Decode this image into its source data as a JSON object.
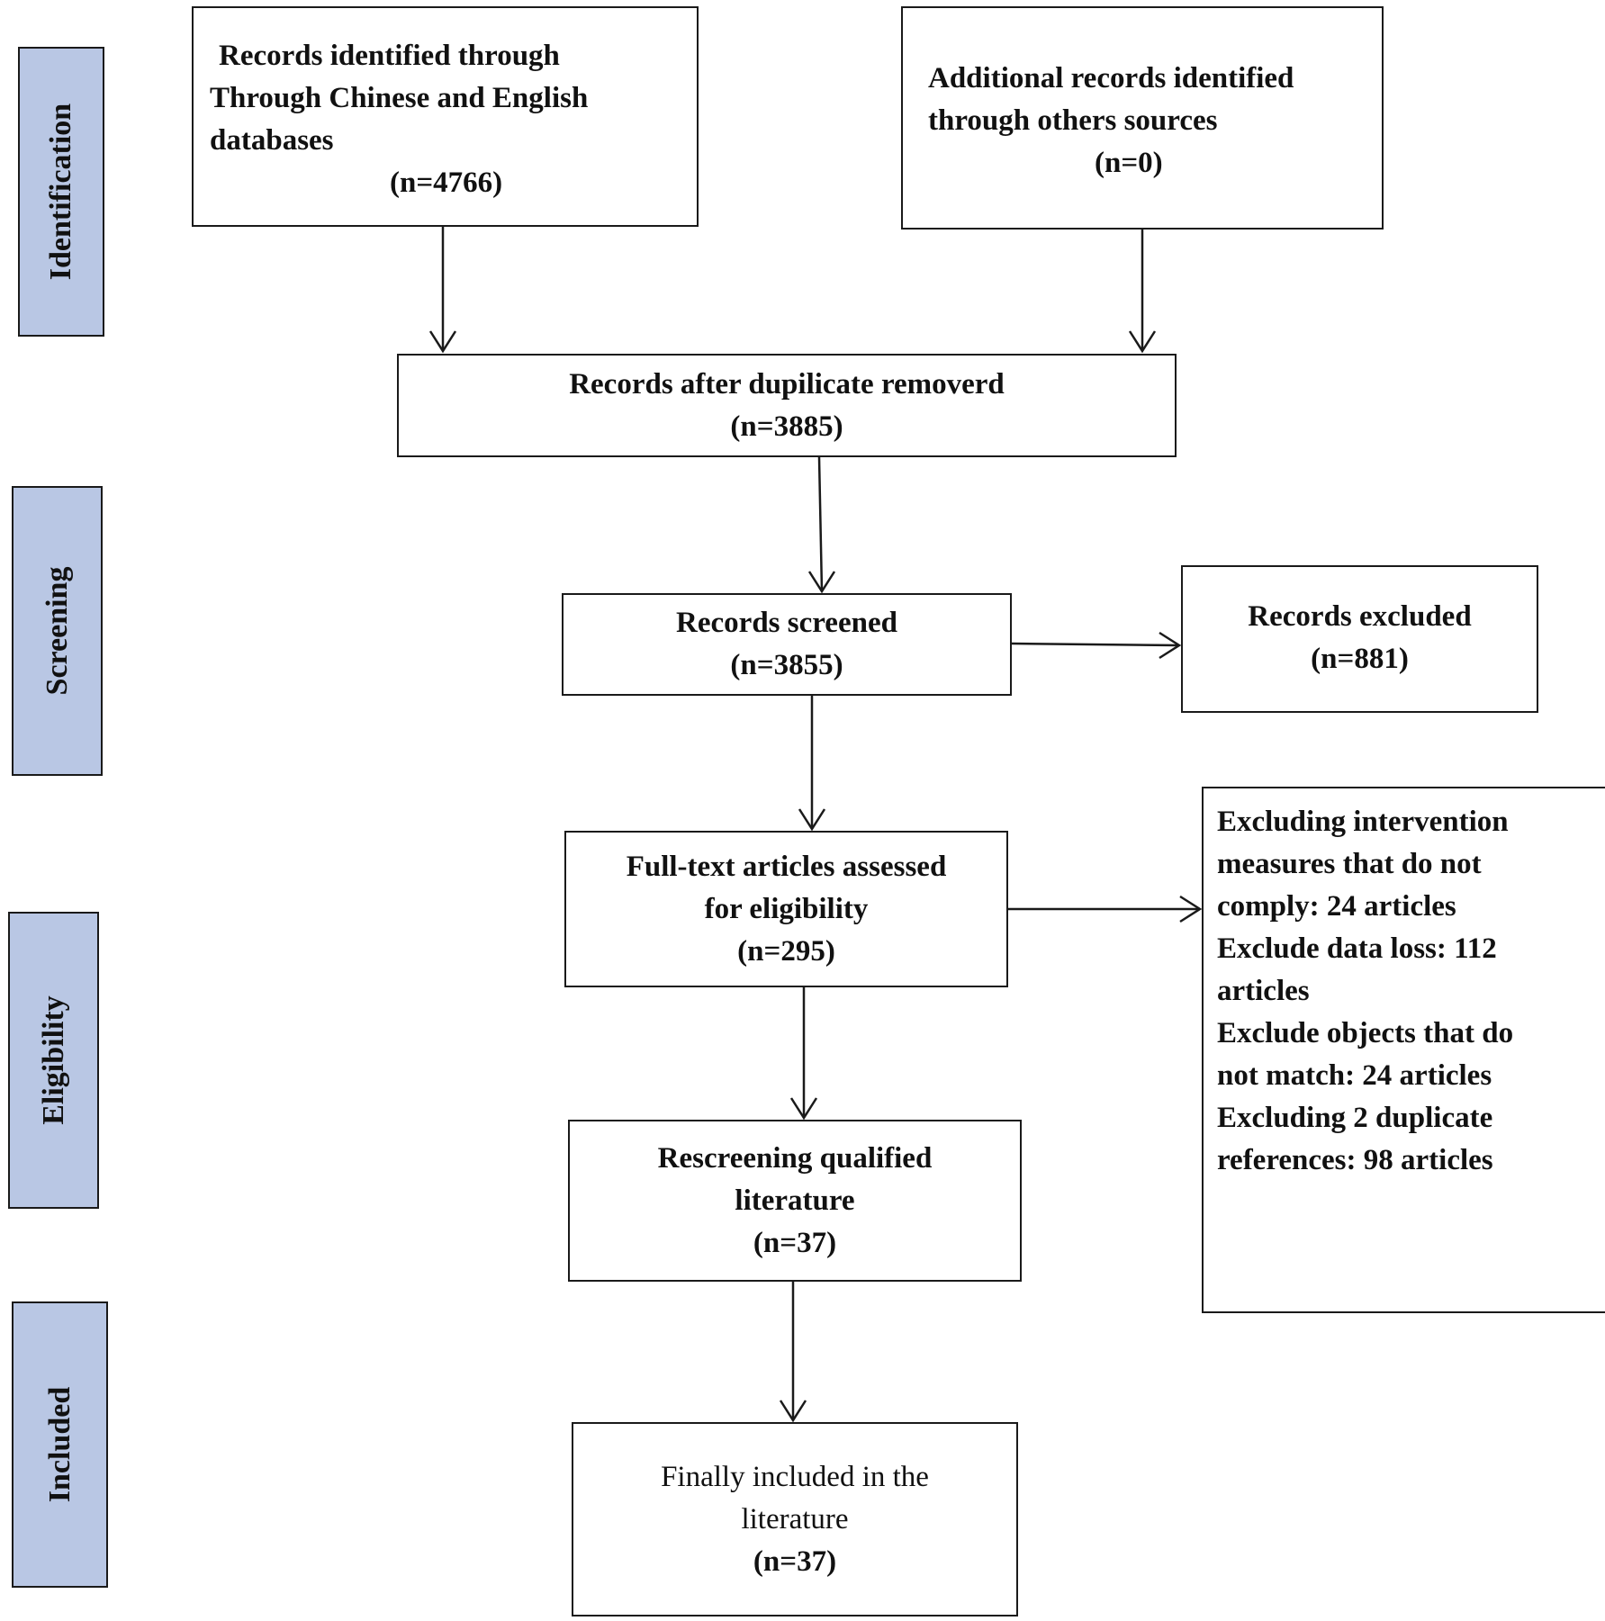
{
  "phases": {
    "identification": "Identification",
    "screening": "Screening",
    "eligibility": "Eligibility",
    "included": "Included"
  },
  "boxes": {
    "records_identified": {
      "lines": [
        "Records identified through",
        "Through Chinese and English",
        "databases"
      ],
      "count": "(n=4766)"
    },
    "additional_records": {
      "lines": [
        "Additional records identified",
        "through others sources"
      ],
      "count": "(n=0)"
    },
    "after_duplicates": {
      "lines": [
        "Records after dupilicate removerd"
      ],
      "count": "(n=3885)"
    },
    "screened": {
      "lines": [
        "Records screened"
      ],
      "count": "(n=3855)"
    },
    "excluded": {
      "lines": [
        "Records excluded"
      ],
      "count": "(n=881)"
    },
    "full_text": {
      "lines": [
        "Full-text articles assessed",
        "for eligibility"
      ],
      "count": "(n=295)"
    },
    "exclusion_reasons": {
      "lines": [
        "Excluding intervention",
        "measures that do not",
        "comply: 24 articles",
        "Exclude data loss: 112",
        "articles",
        "Exclude objects that do",
        "not match: 24 articles",
        "Excluding 2 duplicate",
        "references: 98 articles"
      ]
    },
    "rescreening": {
      "lines": [
        "Rescreening qualified",
        "literature"
      ],
      "count": "(n=37)"
    },
    "final": {
      "lines": [
        "Finally included in the",
        "literature"
      ],
      "count": "(n=37)"
    }
  }
}
